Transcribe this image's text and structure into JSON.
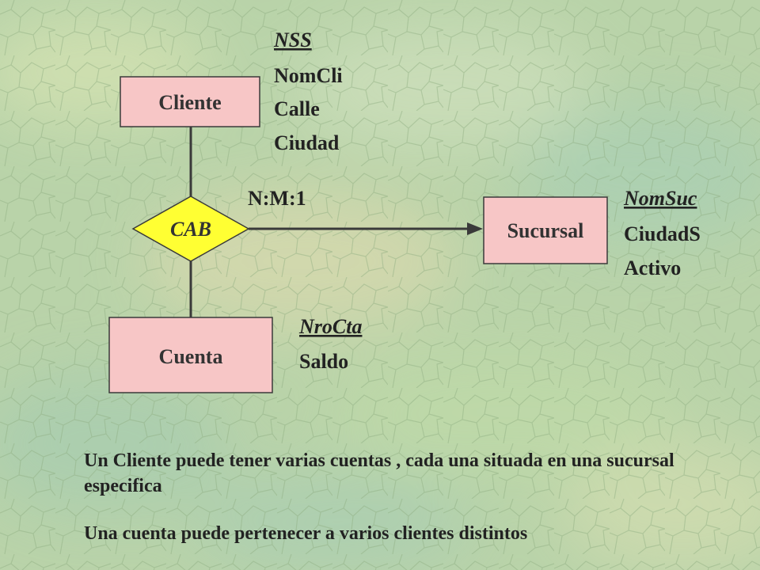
{
  "colors": {
    "background": "#b9d3a9",
    "entity_fill": "#f7c6c6",
    "entity_stroke": "#3a3a3a",
    "relationship_fill": "#ffff33",
    "line": "#3a3a3a"
  },
  "entities": {
    "cliente": "Cliente",
    "sucursal": "Sucursal",
    "cuenta": "Cuenta"
  },
  "relationship": {
    "label": "CAB",
    "cardinality": "N:M:1"
  },
  "attributes": {
    "cliente": [
      "NSS",
      "NomCli",
      "Calle",
      "Ciudad"
    ],
    "sucursal": [
      "NomSuc",
      "CiudadS",
      "Activo"
    ],
    "cuenta": [
      "NroCta",
      "Saldo"
    ]
  },
  "captions": [
    "Un Cliente puede tener varias cuentas , cada una situada en una sucursal especifica",
    "Una cuenta puede pertenecer a varios clientes distintos"
  ]
}
